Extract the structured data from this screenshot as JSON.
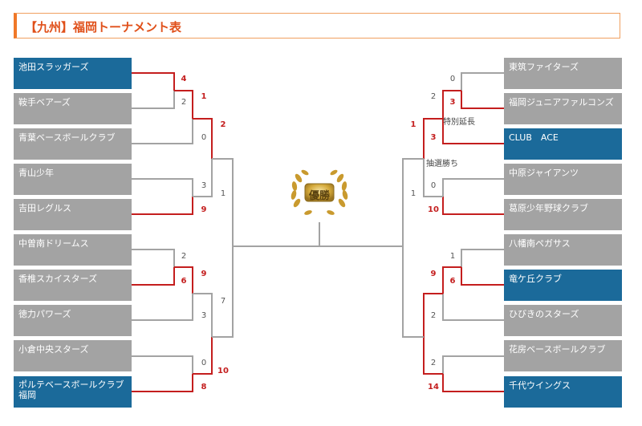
{
  "title": "【九州】福岡トーナメント表",
  "trophy_label": "優勝",
  "left_teams": [
    {
      "name": "池田スラッガーズ",
      "win": true
    },
    {
      "name": "鞍手ベアーズ",
      "win": false
    },
    {
      "name": "青葉ベースボールクラブ",
      "win": false
    },
    {
      "name": "青山少年",
      "win": false
    },
    {
      "name": "吉田レグルス",
      "win": false
    },
    {
      "name": "中曽南ドリームス",
      "win": false
    },
    {
      "name": "香椎スカイスターズ",
      "win": false
    },
    {
      "name": "徳力パワーズ",
      "win": false
    },
    {
      "name": "小倉中央スターズ",
      "win": false
    },
    {
      "name": "ポルテベースボールクラブ福岡",
      "win": true
    }
  ],
  "right_teams": [
    {
      "name": "東筑ファイターズ",
      "win": false
    },
    {
      "name": "福岡ジュニアファルコンズ",
      "win": false
    },
    {
      "name": "CLUB　ACE",
      "win": true
    },
    {
      "name": "中原ジャイアンツ",
      "win": false
    },
    {
      "name": "葛原少年野球クラブ",
      "win": false
    },
    {
      "name": "八幡南ペガサス",
      "win": false
    },
    {
      "name": "竜ケ丘クラブ",
      "win": true
    },
    {
      "name": "ひびきのスターズ",
      "win": false
    },
    {
      "name": "花房ベースボールクラブ",
      "win": false
    },
    {
      "name": "千代ウイングス",
      "win": true
    }
  ],
  "scores": {
    "l_r1_a": "4",
    "l_r1_b": "2",
    "l_r2_a": "1",
    "l_r2_b": "0",
    "l_r1_c": "3",
    "l_r1_d": "9",
    "l_r3_a": "2",
    "l_r3_b": "1",
    "l_r1_e": "2",
    "l_r1_f": "6",
    "l_r2_c": "9",
    "l_r2_d": "3",
    "l_r1_g": "0",
    "l_r1_h": "8",
    "l_r2_e": "7",
    "l_r2_f": "10",
    "r_r1_a": "0",
    "r_r1_b": "3",
    "r_r2_a": "2",
    "r_r2_b": "3",
    "r_r3_a": "1",
    "r_r3_b": "1",
    "r_r1_c": "0",
    "r_r1_d": "10",
    "r_r1_e": "1",
    "r_r1_f": "6",
    "r_r2_c": "9",
    "r_r2_d": "2",
    "r_r1_g": "2",
    "r_r1_h": "14"
  },
  "notes": {
    "extra_innings": "特別延長",
    "lottery_win": "抽選勝ち"
  },
  "colors": {
    "win_line": "#c41e1e",
    "lose_line": "#a3a3a3",
    "win_team": "#1b6a9a",
    "team": "#a3a3a3",
    "title_accent": "#f07828"
  }
}
